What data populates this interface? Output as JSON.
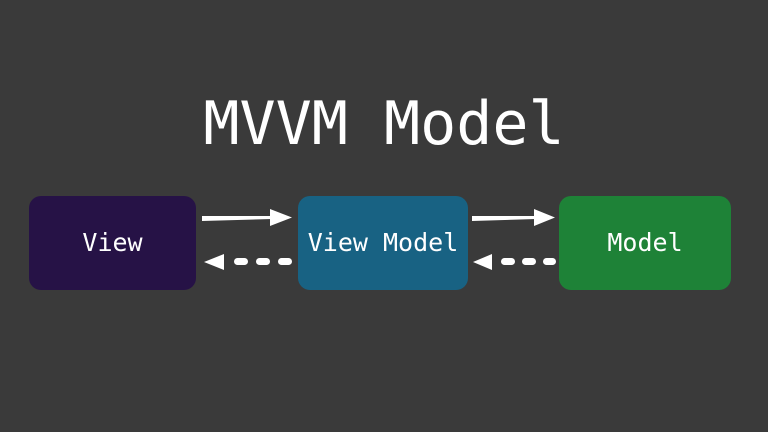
{
  "slide": {
    "background_color": "#3a3a3a",
    "title": "MVVM Model"
  },
  "diagram": {
    "nodes": [
      {
        "id": "view",
        "label": "View",
        "color": "#261246",
        "text_color": "#ffffff"
      },
      {
        "id": "view-model",
        "label": "View Model",
        "color": "#186283",
        "text_color": "#ffffff"
      },
      {
        "id": "model",
        "label": "Model",
        "color": "#1e8237",
        "text_color": "#ffffff"
      }
    ],
    "connections": [
      {
        "id": "view-to-view-model",
        "from": "view",
        "to": "view-model",
        "style": "solid",
        "direction": "right",
        "color": "#ffffff"
      },
      {
        "id": "view-model-to-view",
        "from": "view-model",
        "to": "view",
        "style": "dashed",
        "direction": "left",
        "color": "#ffffff"
      },
      {
        "id": "view-model-to-model",
        "from": "view-model",
        "to": "model",
        "style": "solid",
        "direction": "right",
        "color": "#ffffff"
      },
      {
        "id": "model-to-view-model",
        "from": "model",
        "to": "view-model",
        "style": "dashed",
        "direction": "left",
        "color": "#ffffff"
      }
    ]
  }
}
